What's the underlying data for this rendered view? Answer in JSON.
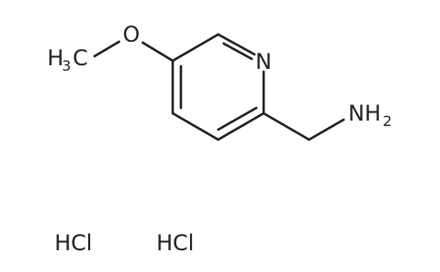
{
  "molecule": {
    "labels": {
      "methyl_h": "H",
      "methyl_sub": "3",
      "methyl_c": "C",
      "oxygen": "O",
      "ring_n": "N",
      "amine_nh": "NH",
      "amine_sub": "2"
    },
    "counterions": [
      {
        "label": "HCl"
      },
      {
        "label": "HCl"
      }
    ]
  }
}
